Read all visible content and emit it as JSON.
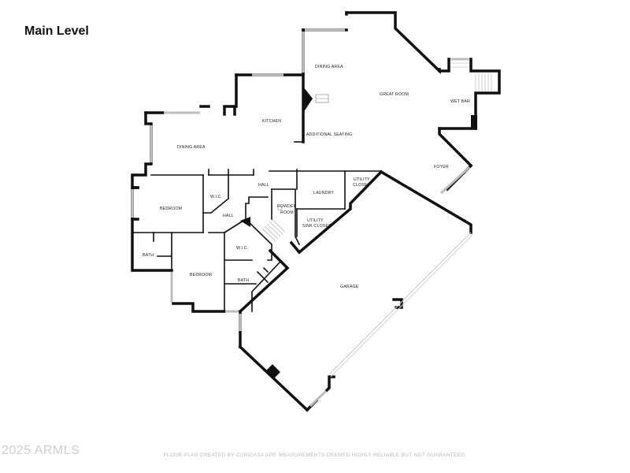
{
  "title": "Main Level",
  "watermark": "2025 ARMLS",
  "disclaimer": "FLOOR PLAN CREATED BY CUBICASA APP. MEASUREMENTS DEEMED HIGHLY RELIABLE BUT NOT GUARANTEED.",
  "rooms": {
    "dining_area_upper": "DINING AREA",
    "great_room": "GREAT ROOM",
    "wet_bar": "WET BAR",
    "kitchen": "KITCHEN",
    "additional_seating": "ADDITIONAL SEATING",
    "dining_area_left": "DINING AREA",
    "foyer": "FOYER",
    "hall_top": "HALL",
    "utility_closet_1": "UTILITY",
    "utility_closet_2": "CLOSET",
    "laundry": "LAUNDRY",
    "bedroom_left": "BEDROOM",
    "wic_left": "W.I.C.",
    "hall_mid": "HALL",
    "powder_1": "POWDER",
    "powder_2": "ROOM",
    "utility_sink_1": "UTILITY",
    "utility_sink_2": "SINK CLOSET",
    "wic_mid": "W.I.C.",
    "bath_left": "BATH",
    "bedroom_lower": "BEDROOM",
    "bath_mid": "BATH",
    "garage": "GARAGE"
  }
}
